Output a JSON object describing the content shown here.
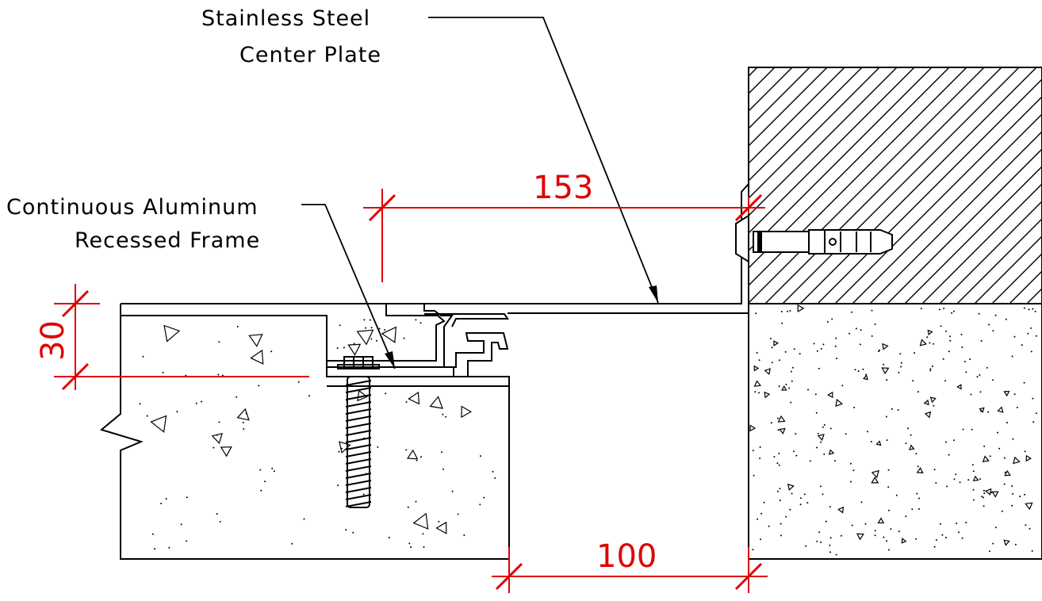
{
  "labels": {
    "center_plate_line1": "Stainless Steel",
    "center_plate_line2": "Center Plate",
    "frame_line1": "Continuous Aluminum",
    "frame_line2": "Recessed Frame"
  },
  "dimensions": {
    "plate_length": "153",
    "frame_depth": "30",
    "joint_gap": "100"
  },
  "colors": {
    "dimension": "#e00000",
    "linework": "#000000",
    "background": "#ffffff"
  }
}
